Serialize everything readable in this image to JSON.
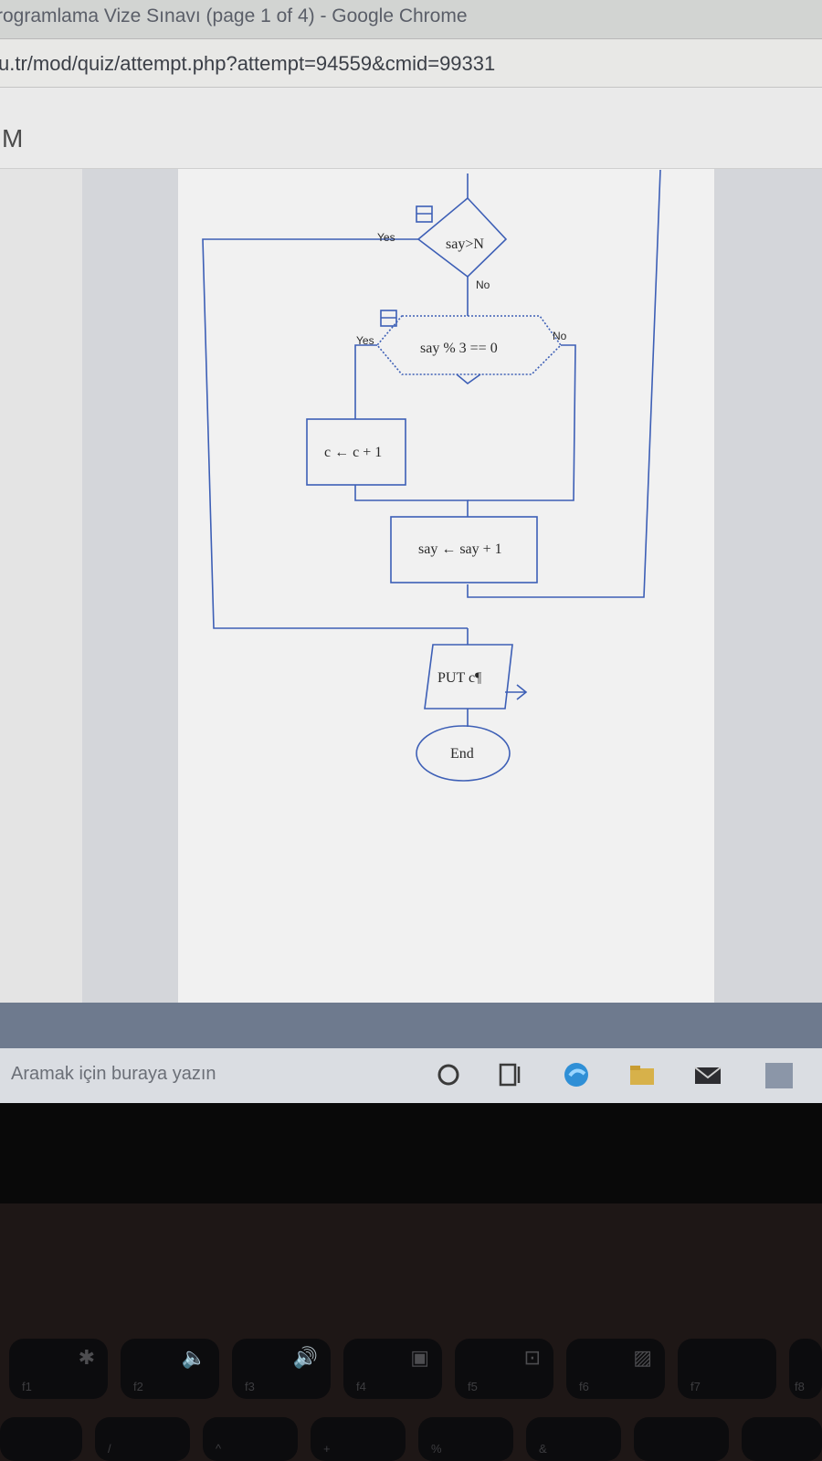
{
  "window": {
    "title": "rogramlama Vize Sınavı (page 1 of 4) - Google Chrome"
  },
  "browser": {
    "url": "u.tr/mod/quiz/attempt.php?attempt=94559&cmid=99331"
  },
  "page": {
    "header_letter": "M"
  },
  "flowchart": {
    "decision1": {
      "text": "say>N",
      "yes_label": "Yes",
      "no_label": "No"
    },
    "decision2": {
      "text": "say % 3 == 0",
      "yes_label": "Yes",
      "no_label": "No"
    },
    "process1": {
      "text": "c ← c + 1"
    },
    "process2": {
      "text": "say ← say + 1"
    },
    "output": {
      "text": "PUT c¶"
    },
    "terminal": {
      "text": "End"
    }
  },
  "taskbar": {
    "search_placeholder": "Aramak için buraya yazın",
    "icons": [
      "cortana-icon",
      "task-view-icon",
      "edge-icon",
      "file-explorer-icon",
      "mail-icon",
      "store-icon"
    ]
  },
  "keyboard": {
    "fkeys": [
      {
        "label": "f1",
        "icon": "✱"
      },
      {
        "label": "f2",
        "icon": "🔈"
      },
      {
        "label": "f3",
        "icon": "🔊"
      },
      {
        "label": "f4",
        "icon": "▣"
      },
      {
        "label": "f5",
        "icon": "⊡"
      },
      {
        "label": "f6",
        "icon": "▨"
      },
      {
        "label": "f7",
        "icon": ""
      },
      {
        "label": "f8",
        "icon": ""
      }
    ],
    "symbols": [
      "/",
      "^",
      "+",
      "%",
      "&"
    ]
  }
}
